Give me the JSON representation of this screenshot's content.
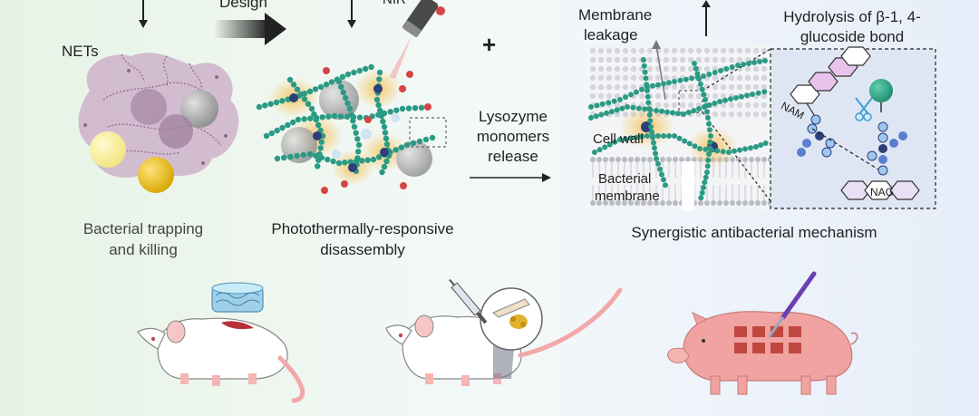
{
  "labels": {
    "design": "Design",
    "nir": "NIR",
    "nets": "NETs",
    "bacterial_trapping_line1": "Bacterial trapping",
    "bacterial_trapping_line2": "and killing",
    "photothermal_line1": "Photothermally-responsive",
    "photothermal_line2": "disassembly",
    "plus": "+",
    "lysozyme_line1": "Lysozyme",
    "lysozyme_line2": "monomers",
    "lysozyme_line3": "release",
    "membrane_leakage_line1": "Membrane",
    "membrane_leakage_line2": "leakage",
    "hydrolysis_line1": "Hydrolysis of β-1, 4-",
    "hydrolysis_line2": "glucoside bond",
    "cell_wall": "Cell wall",
    "bacterial_membrane_line1": "Bacterial",
    "bacterial_membrane_line2": "membrane",
    "nam": "NAM",
    "nag": "NAG",
    "synergistic": "Synergistic antibacterial mechanism"
  },
  "colors": {
    "teal_bead": "#2a9a84",
    "navy_core": "#2d3f7a",
    "red_dot": "#d64545",
    "glow": "#f6c45a",
    "pink_ring": "#d89ad8",
    "lavender_ring": "#b9a9e0",
    "pig": "#f0a3a0",
    "wound": "#c0473f"
  },
  "icons": [
    "nets-cluster",
    "laser-icon",
    "design-arrow-icon",
    "nanoparticle-network",
    "membrane-cross-section",
    "glycan-chain-icon",
    "scissors-icon",
    "mouse-with-hydrogel",
    "mouse-with-syringe",
    "pig-with-scalpel"
  ]
}
